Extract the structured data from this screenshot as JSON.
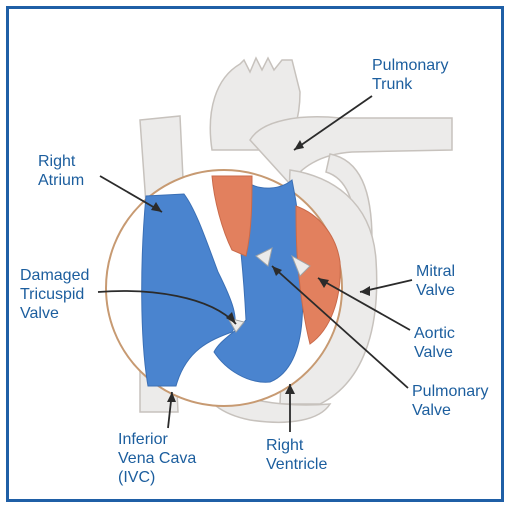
{
  "colors": {
    "frame": "#1f5fa6",
    "label": "#1c5e9e",
    "blue": "#4a84cf",
    "salmon": "#e2805e",
    "pale": "#ecebea",
    "outline": "#c7c2bd",
    "circle": "#c79a72",
    "pointer": "#2b2b2b"
  },
  "labels": {
    "pulmonary_trunk": "Pulmonary\nTrunk",
    "right_atrium": "Right\nAtrium",
    "damaged_tricuspid_valve": "Damaged\nTricuspid\nValve",
    "mitral_valve": "Mitral\nValve",
    "aortic_valve": "Aortic\nValve",
    "pulmonary_valve": "Pulmonary\nValve",
    "inferior_vena_cava": "Inferior\nVena Cava\n(IVC)",
    "right_ventricle": "Right\nVentricle"
  }
}
